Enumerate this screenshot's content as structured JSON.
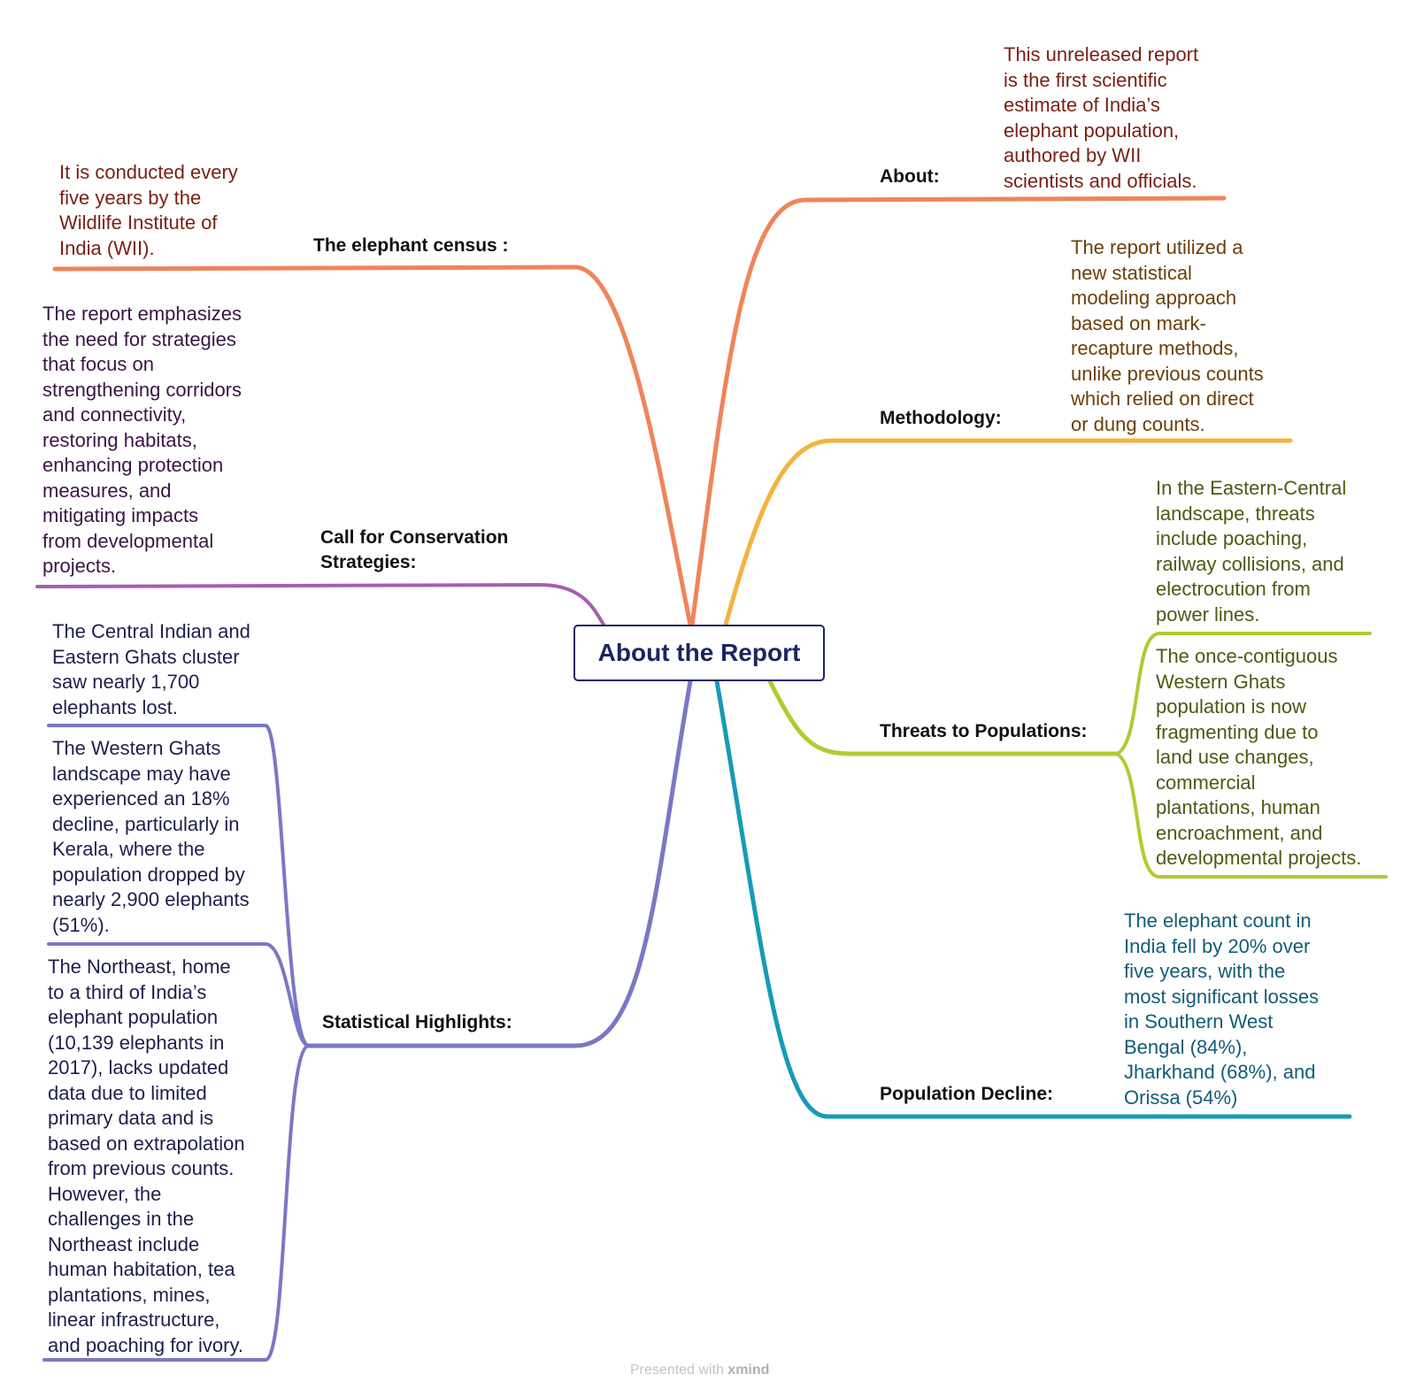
{
  "central_topic": "About the Report",
  "colors": {
    "about": "#f0845a",
    "methodology": "#f4b33f",
    "threats": "#b5c932",
    "decline": "#169bb5",
    "stats": "#7b77c4",
    "conservation": "#a35fb0",
    "census": "#f0845a",
    "central_border": "#1a2561"
  },
  "branches": {
    "about": {
      "label": "About:",
      "note_color": "#7a1f12",
      "note_lines": [
        "This unreleased report",
        "is the first scientific",
        "estimate of India’s",
        "elephant population,",
        "authored by WII",
        "scientists and officials."
      ]
    },
    "methodology": {
      "label": "Methodology:",
      "note_color": "#6e3e08",
      "note_lines": [
        "The report utilized a",
        "new statistical",
        "modeling approach",
        "based on mark-",
        "recapture methods,",
        "unlike previous counts",
        "which relied on direct",
        "or dung counts."
      ]
    },
    "threats": {
      "label": "Threats to Populations:",
      "note_color": "#4d5a12",
      "notes": [
        [
          "In the Eastern-Central",
          "landscape, threats",
          "include poaching,",
          "railway collisions, and",
          "electrocution from",
          "power lines."
        ],
        [
          "The once-contiguous",
          "Western Ghats",
          "population is now",
          "fragmenting due to",
          "land use changes,",
          "commercial",
          "plantations, human",
          "encroachment, and",
          "developmental projects."
        ]
      ]
    },
    "decline": {
      "label": "Population Decline:",
      "note_color": "#115c78",
      "note_lines": [
        "The elephant count in",
        "India fell by 20% over",
        "five years, with the",
        "most significant losses",
        "in Southern West",
        "Bengal (84%),",
        "Jharkhand (68%), and",
        "Orissa (54%)"
      ]
    },
    "census": {
      "label": "The elephant census :",
      "note_color": "#7a1f12",
      "note_lines": [
        "It is conducted every",
        "five years by the",
        "Wildlife Institute of",
        "India (WII)."
      ]
    },
    "conservation": {
      "label_lines": [
        "Call for Conservation",
        "Strategies:"
      ],
      "note_color": "#3d1447",
      "note_lines": [
        "The report emphasizes",
        "the need for strategies",
        "that focus on",
        "strengthening corridors",
        "and connectivity,",
        "restoring habitats,",
        "enhancing protection",
        "measures, and",
        "mitigating impacts",
        "from developmental",
        "projects."
      ]
    },
    "stats": {
      "label": "Statistical Highlights:",
      "note_color": "#1f1f4d",
      "notes": [
        [
          "The Central Indian and",
          "Eastern Ghats cluster",
          "saw nearly 1,700",
          "elephants lost."
        ],
        [
          "The Western Ghats",
          "landscape may have",
          "experienced an 18%",
          "decline, particularly in",
          "Kerala, where the",
          "population dropped by",
          "nearly 2,900 elephants",
          "(51%)."
        ],
        [
          "The Northeast, home",
          "to a third of India’s",
          "elephant population",
          "(10,139 elephants in",
          "2017), lacks updated",
          "data due to limited",
          "primary data and is",
          "based on extrapolation",
          "from previous counts.",
          "However, the",
          "challenges in the",
          "Northeast include",
          "human habitation, tea",
          "plantations, mines,",
          "linear infrastructure,",
          "and poaching for ivory."
        ]
      ]
    }
  },
  "footer": {
    "prefix": "Presented with",
    "brand": "xmind"
  }
}
